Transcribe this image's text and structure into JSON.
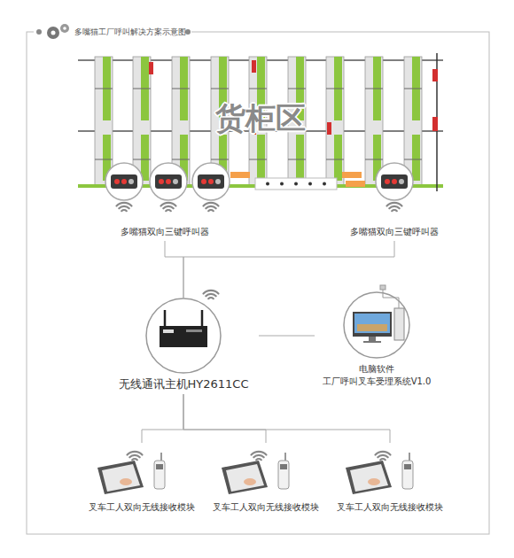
{
  "diagram": {
    "title": "多嘴猫工厂呼叫解决方案示意图",
    "nodes": [
      {
        "text": [
          "货柜区"
        ]
      },
      {
        "text": [
          "多嘴猫双向三键呼叫器"
        ]
      },
      {
        "text": [
          "多嘴猫双向三键呼叫器"
        ]
      },
      {
        "text": [
          "无线通讯主机HY2611CC"
        ]
      },
      {
        "text": [
          "电脑软件",
          "工厂呼叫叉车受理系统V1.0"
        ]
      },
      {
        "text": [
          "叉车工人双向无线接收模块"
        ]
      },
      {
        "text": [
          "叉车工人双向无线接收模块"
        ]
      },
      {
        "text": [
          "叉车工人双向无线接收模块"
        ]
      }
    ],
    "edges": [
      {
        "from": 1,
        "to": 3,
        "arrow": "none"
      },
      {
        "from": 2,
        "to": 3,
        "arrow": "none"
      },
      {
        "from": 3,
        "to": 4,
        "arrow": "none"
      },
      {
        "from": 3,
        "to": 5,
        "arrow": "none"
      },
      {
        "from": 3,
        "to": 6,
        "arrow": "none"
      },
      {
        "from": 3,
        "to": 7,
        "arrow": "none"
      }
    ]
  }
}
